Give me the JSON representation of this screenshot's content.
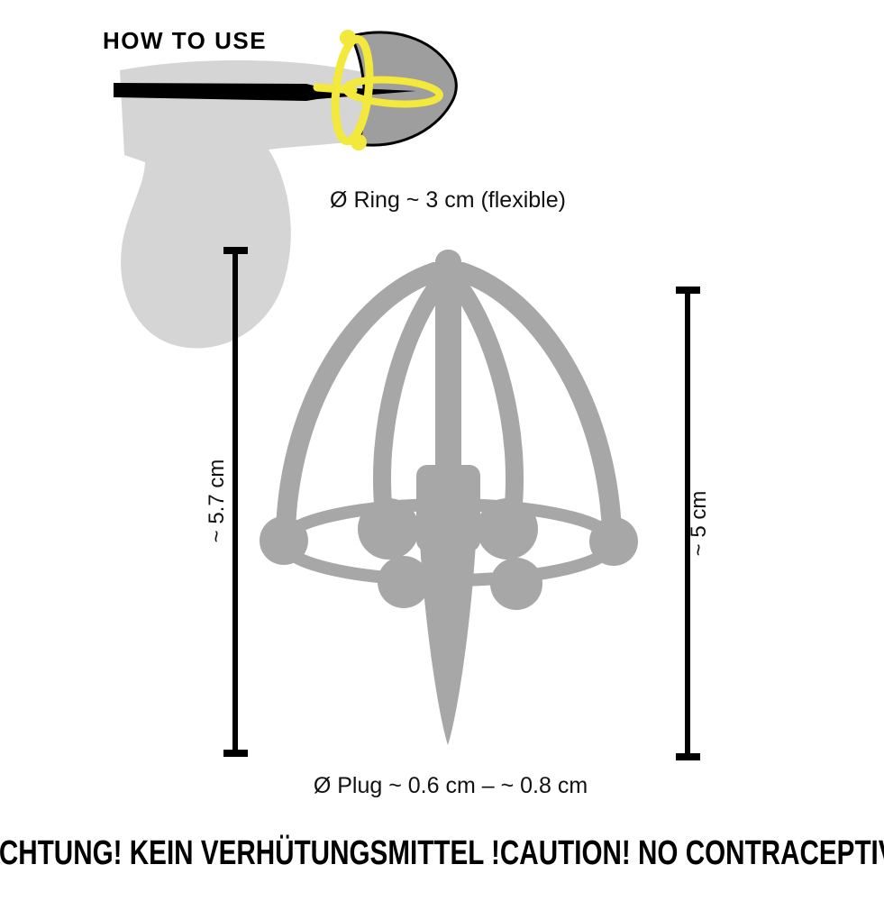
{
  "header": {
    "title": "HOW TO USE"
  },
  "labels": {
    "ring": "Ø Ring ~ 3 cm (flexible)",
    "plug": "Ø Plug ~ 0.6 cm – ~ 0.8 cm",
    "height_left": "~ 5.7 cm",
    "height_right": "~ 5 cm"
  },
  "warning": "!ACHTUNG! KEIN VERHÜTUNGSMITTEL !CAUTION! NO CONTRACEPTIVE",
  "colors": {
    "device": "#a7a7a7",
    "silhouette": "#d5d5d5",
    "glans": "#9e9e9e",
    "highlight": "#f3e83c",
    "ink": "#000000"
  }
}
